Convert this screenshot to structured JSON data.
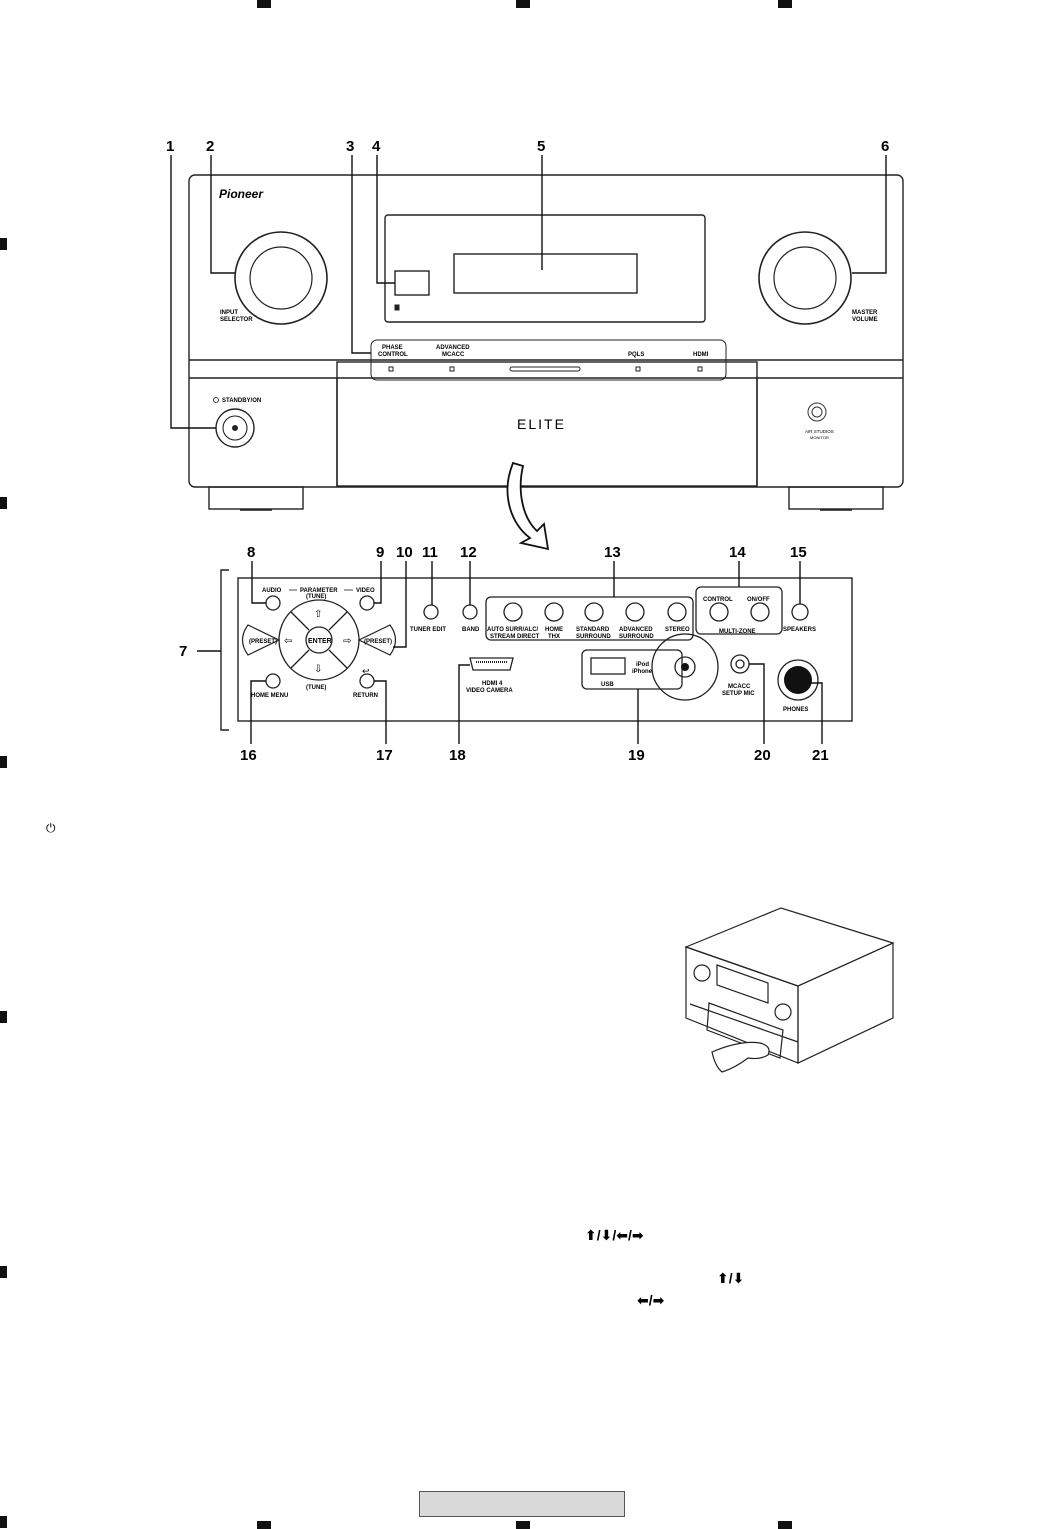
{
  "callouts": {
    "n1": "1",
    "n2": "2",
    "n3": "3",
    "n4": "4",
    "n5": "5",
    "n6": "6",
    "n7": "7",
    "n8": "8",
    "n9": "9",
    "n10": "10",
    "n11": "11",
    "n12": "12",
    "n13": "13",
    "n14": "14",
    "n15": "15",
    "n16": "16",
    "n17": "17",
    "n18": "18",
    "n19": "19",
    "n20": "20",
    "n21": "21"
  },
  "front_panel": {
    "brand": "Pioneer",
    "input_selector_l1": "INPUT",
    "input_selector_l2": "SELECTOR",
    "master_volume_l1": "MASTER",
    "master_volume_l2": "VOLUME",
    "standby": "STANDBY/ON",
    "phase_control_l1": "PHASE",
    "phase_control_l2": "CONTROL",
    "advanced_mcacc_l1": "ADVANCED",
    "advanced_mcacc_l2": "MCACC",
    "pqls": "PQLS",
    "hdmi": "HDMI",
    "elite": "ELITE",
    "air_l1": "AIR STUDIOS",
    "air_l2": "MONITOR"
  },
  "controls": {
    "audio": "AUDIO",
    "parameter": "PARAMETER",
    "video": "VIDEO",
    "tune_top": "(TUNE)",
    "tune_bottom": "(TUNE)",
    "preset_left": "(PRESET)",
    "preset_right": "(PRESET)",
    "enter": "ENTER",
    "tuner_edit": "TUNER EDIT",
    "band": "BAND",
    "auto_surr_l1": "AUTO SURR/ALC/",
    "auto_surr_l2": "STREAM DIRECT",
    "home_thx_l1": "HOME",
    "home_thx_l2": "THX",
    "standard_l1": "STANDARD",
    "standard_l2": "SURROUND",
    "advanced_l1": "ADVANCED",
    "advanced_l2": "SURROUND",
    "stereo": "STEREO",
    "control": "CONTROL",
    "onoff": "ON/OFF",
    "multizone": "MULTI-ZONE",
    "speakers": "SPEAKERS",
    "home_menu": "HOME MENU",
    "return": "RETURN",
    "hdmi4_l1": "HDMI 4",
    "hdmi4_l2": "VIDEO CAMERA",
    "usb": "USB",
    "ipod_l1": "iPod",
    "ipod_l2": "iPhone",
    "mcacc_l1": "MCACC",
    "mcacc_l2": "SETUP MIC",
    "phones": "PHONES"
  },
  "body_text": {
    "power_symbol": "⏻",
    "arrows_4": "⬆/⬇/⬅/➡",
    "arrows_ud": "⬆/⬇",
    "arrows_lr": "⬅/➡"
  }
}
